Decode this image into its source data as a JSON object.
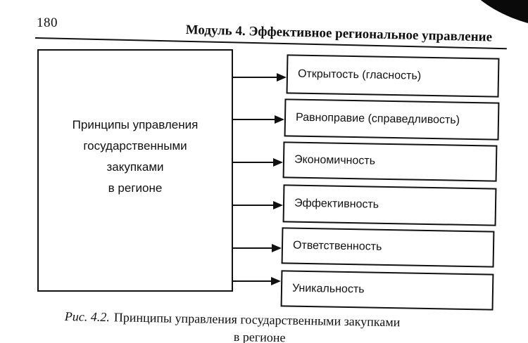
{
  "header": {
    "page_number": "180",
    "running_head": "Модуль 4. Эффективное региональное управление"
  },
  "diagram": {
    "main_label_lines": [
      "Принципы управления",
      "государственными",
      "закупками",
      "в регионе"
    ],
    "principles": [
      "Открытость (гласность)",
      "Равноправие (справедливость)",
      "Экономичность",
      "Эффективность",
      "Ответственность",
      "Уникальность"
    ]
  },
  "caption": {
    "figure_number": "Рис. 4.2.",
    "text_line1": "Принципы управления государственными закупками",
    "text_line2": "в регионе"
  }
}
